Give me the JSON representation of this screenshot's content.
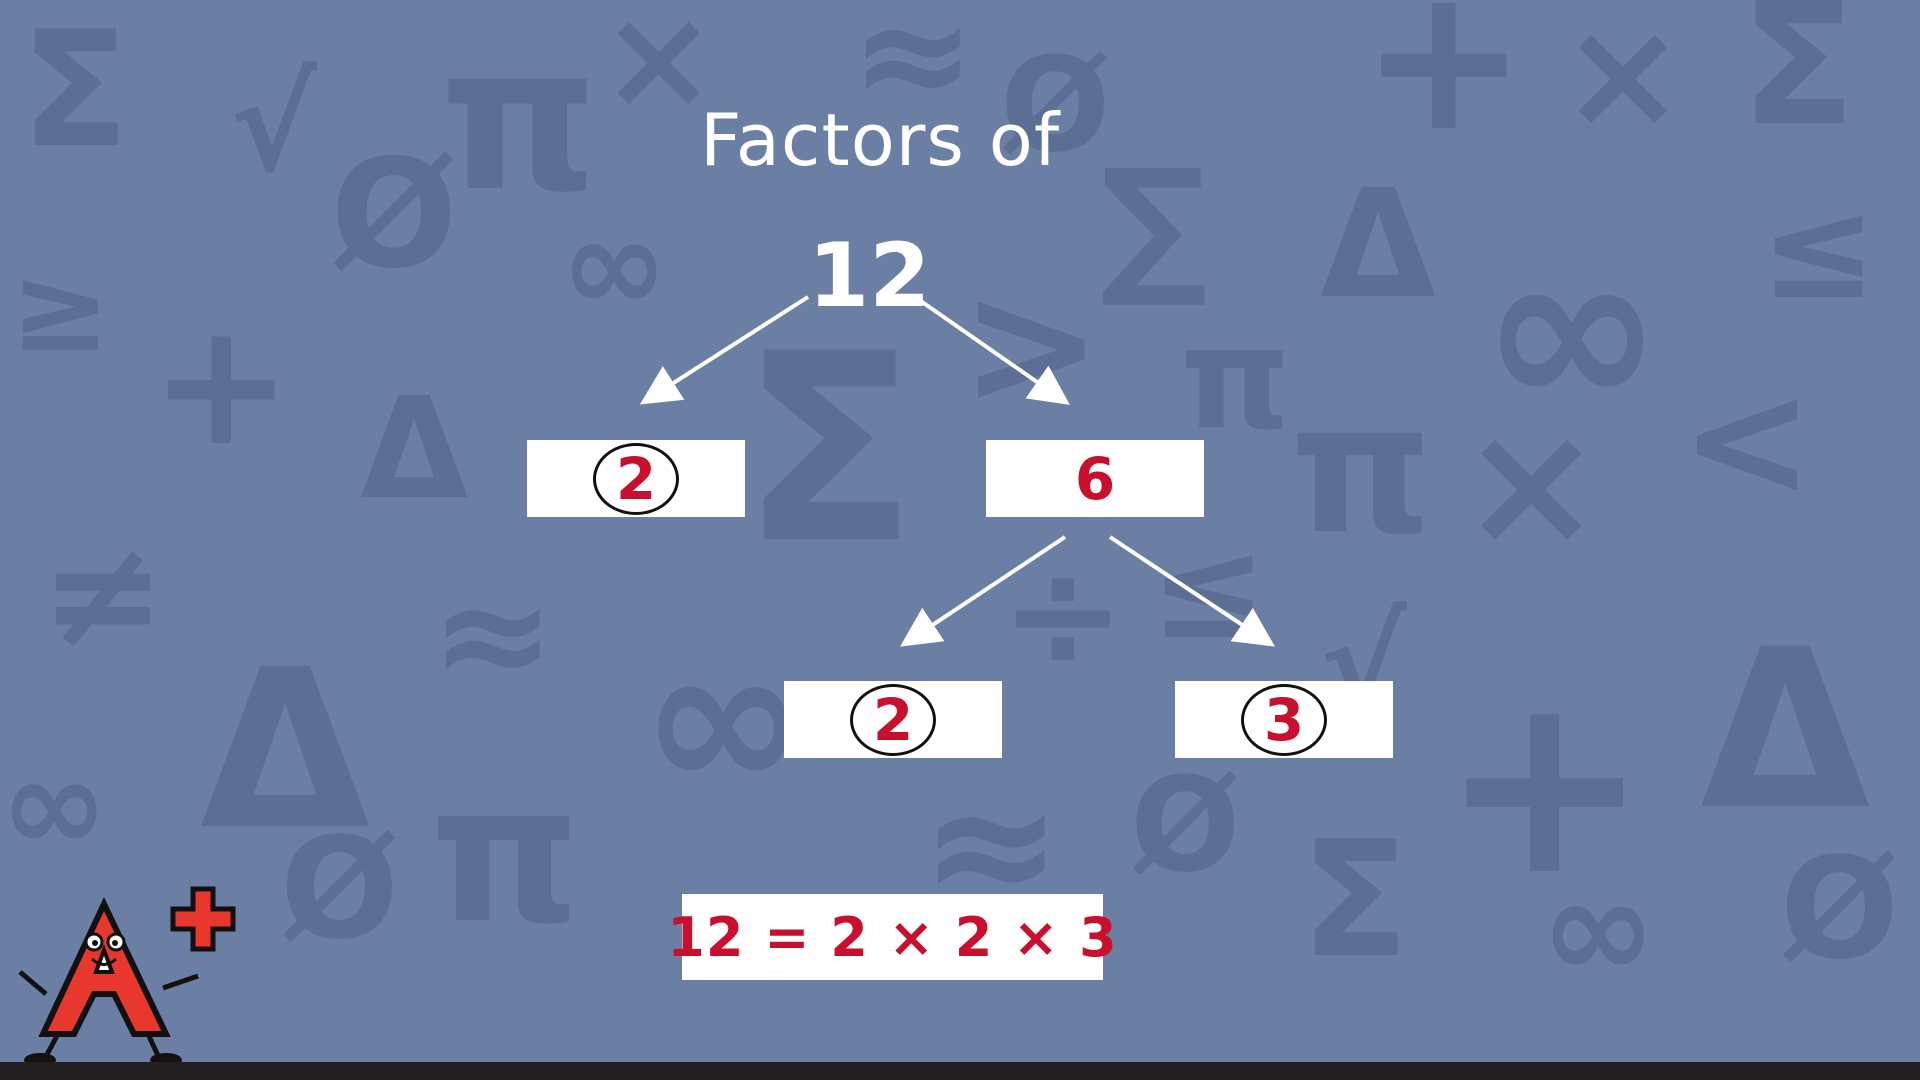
{
  "title": "Factors of",
  "root": "12",
  "nodes": {
    "left": {
      "value": "2",
      "circled": true
    },
    "right": {
      "value": "6",
      "circled": false
    },
    "bottom_left": {
      "value": "2",
      "circled": true
    },
    "bottom_right": {
      "value": "3",
      "circled": true
    }
  },
  "equation": "12 = 2 × 2 × 3",
  "colors": {
    "background": "#6b7fa4",
    "pattern": "#58698f",
    "accent_red": "#c8102e",
    "white": "#ffffff",
    "footer": "#231f20"
  },
  "logo": {
    "letter": "A",
    "symbol": "+"
  }
}
